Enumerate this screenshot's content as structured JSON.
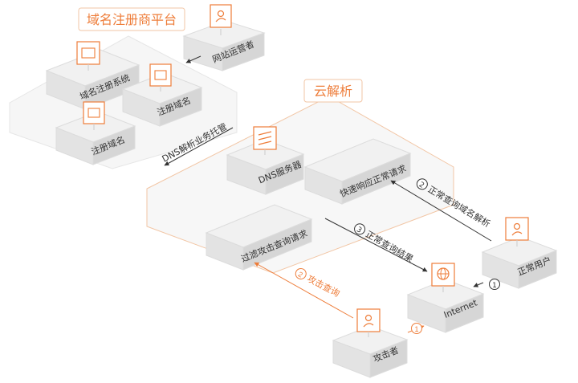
{
  "platform_tag": "域名注册商平台",
  "cloud_tag": "云解析",
  "nodes": {
    "site_operator": "网站运营者",
    "registrar_system": "域名注册系统",
    "registered_domain_a": "注册域名",
    "registered_domain_b": "注册域名",
    "dns_server": "DNS服务器",
    "fast_response": "快速响应正常请求",
    "filter_attack": "过滤攻击查询请求",
    "internet": "Internet",
    "normal_user": "正常用户",
    "attacker": "攻击者"
  },
  "edges": {
    "dns_hosting": "DNS解析业务托管",
    "normal_query": {
      "num": "2",
      "text": "正常查询域名解析"
    },
    "normal_result": {
      "num": "3",
      "text": "正常查询结果"
    },
    "attack_query": {
      "num": "2",
      "text": "攻击查询"
    },
    "user_step": {
      "num": "1"
    },
    "attacker_step": {
      "num": "1"
    }
  },
  "colors": {
    "accent": "#ee7d3a",
    "box_top": "#f1f1f1",
    "box_left": "#e3e3e3",
    "box_right": "#d6d6d6",
    "zone_fill": "#f6f6f6",
    "text": "#333333"
  }
}
